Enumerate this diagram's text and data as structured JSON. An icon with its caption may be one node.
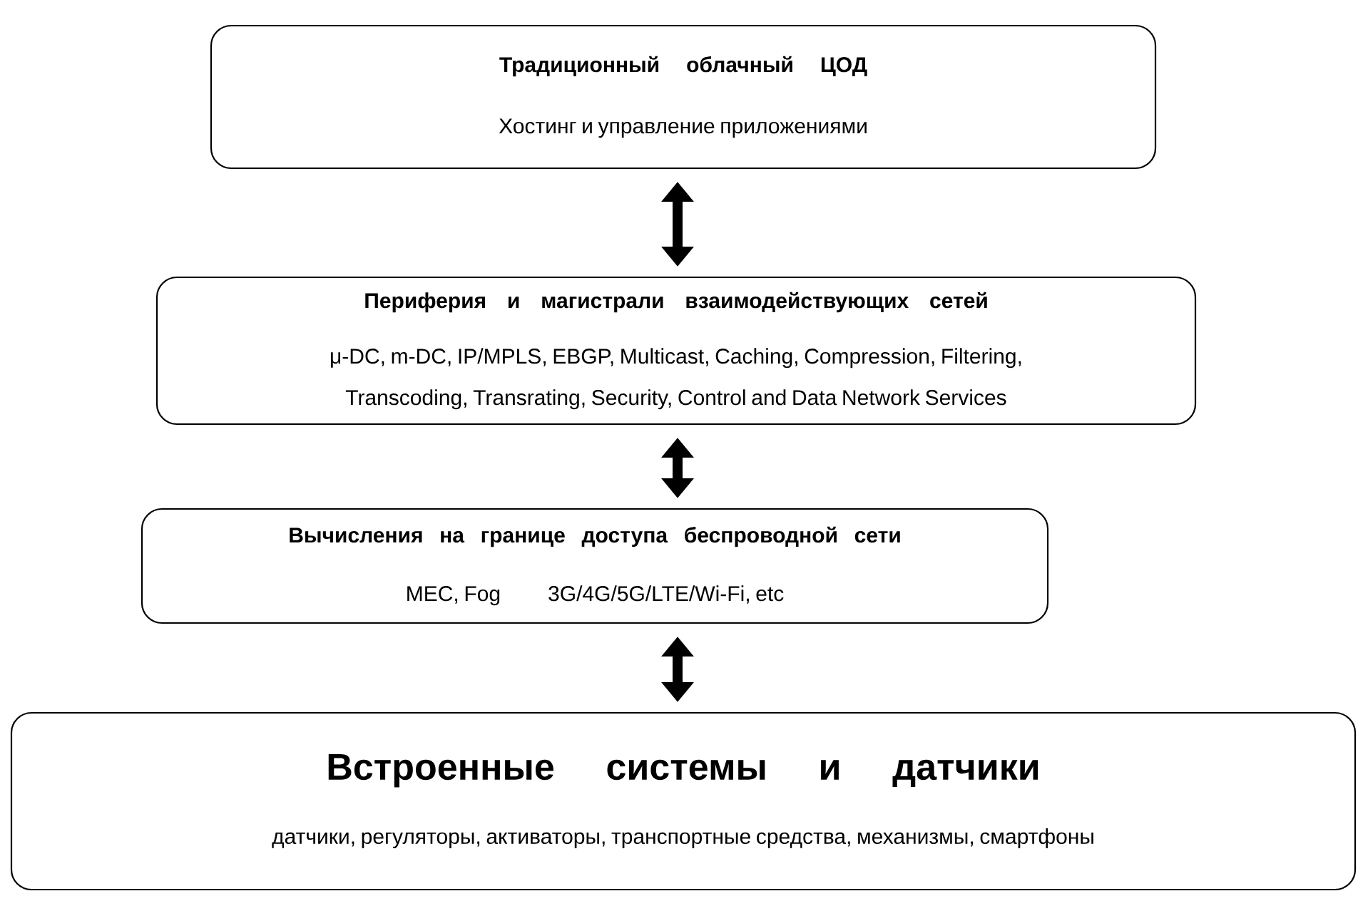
{
  "diagram": {
    "nodes": [
      {
        "text": [
          "Традиционный облачный ЦОД",
          "Хостинг и управление приложениями"
        ]
      },
      {
        "text": [
          "Периферия и магистрали взаимодействующих сетей",
          "μ-DC, m-DC, IP/MPLS, EBGP, Multicast, Caching, Compression, Filtering, Transcoding, Transrating, Security, Control and Data Network Services"
        ]
      },
      {
        "text": [
          "Вычисления на границе доступа беспроводной сети",
          "MEC, Fog",
          "3G/4G/5G/LTE/Wi-Fi, etc"
        ]
      },
      {
        "text": [
          "Встроенные системы и датчики",
          "датчики, регуляторы, активаторы, транспортные средства, механизмы, смартфоны"
        ]
      }
    ],
    "edges": [
      {
        "from": 0,
        "to": 1,
        "arrow": "both"
      },
      {
        "from": 1,
        "to": 2,
        "arrow": "both"
      },
      {
        "from": 2,
        "to": 3,
        "arrow": "both"
      }
    ]
  }
}
